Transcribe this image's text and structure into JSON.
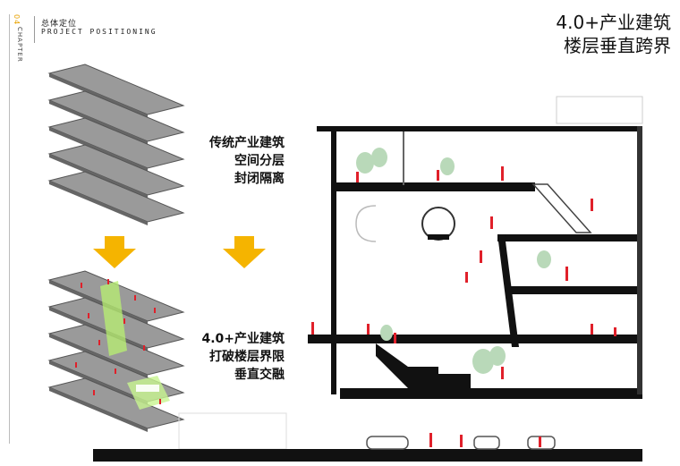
{
  "chapter": {
    "number": "04",
    "word": "CHAPTER",
    "section_cn": "总体定位",
    "section_en": "PROJECT POSITIONING"
  },
  "title": {
    "line1": "4.0+产业建筑",
    "line2": "楼层垂直跨界"
  },
  "traditional": {
    "line1": "传统产业建筑",
    "line2": "空间分层",
    "line3": "封闭隔离"
  },
  "modern": {
    "line1": "4.0+产业建筑",
    "line2": "打破楼层界限",
    "line3": "垂直交融"
  },
  "colors": {
    "arrow": "#f5b400",
    "slab": "#999999",
    "accent_red": "#e0202a",
    "green_glow": "#b8f070",
    "section_black": "#111111"
  }
}
